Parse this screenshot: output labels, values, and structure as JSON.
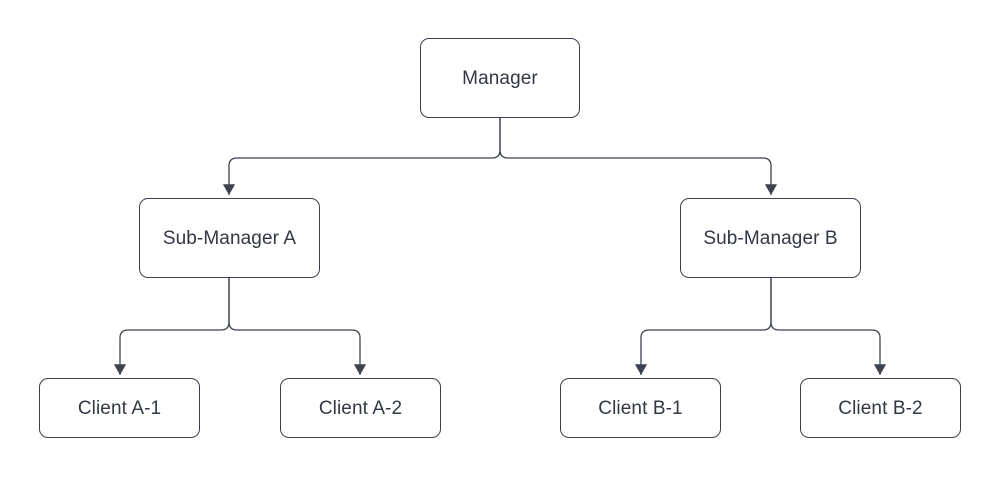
{
  "diagram": {
    "type": "org-hierarchy-flowchart",
    "orientation": "top-down",
    "background_color": "#ffffff",
    "node_fill": "#ffffff",
    "node_stroke": "#3c434f",
    "edge_stroke": "#3c434f",
    "text_color": "#323845",
    "levels": 3,
    "nodes": [
      {
        "id": "manager",
        "label": "Manager",
        "level": 1
      },
      {
        "id": "sub-a",
        "label": "Sub-Manager A",
        "level": 2
      },
      {
        "id": "sub-b",
        "label": "Sub-Manager B",
        "level": 2
      },
      {
        "id": "client-a1",
        "label": "Client A-1",
        "level": 3
      },
      {
        "id": "client-a2",
        "label": "Client A-2",
        "level": 3
      },
      {
        "id": "client-b1",
        "label": "Client B-1",
        "level": 3
      },
      {
        "id": "client-b2",
        "label": "Client B-2",
        "level": 3
      }
    ],
    "edges": [
      {
        "from": "manager",
        "to": "sub-a",
        "arrow": "to"
      },
      {
        "from": "manager",
        "to": "sub-b",
        "arrow": "to"
      },
      {
        "from": "sub-a",
        "to": "client-a1",
        "arrow": "to"
      },
      {
        "from": "sub-a",
        "to": "client-a2",
        "arrow": "to"
      },
      {
        "from": "sub-b",
        "to": "client-b1",
        "arrow": "to"
      },
      {
        "from": "sub-b",
        "to": "client-b2",
        "arrow": "to"
      }
    ]
  }
}
